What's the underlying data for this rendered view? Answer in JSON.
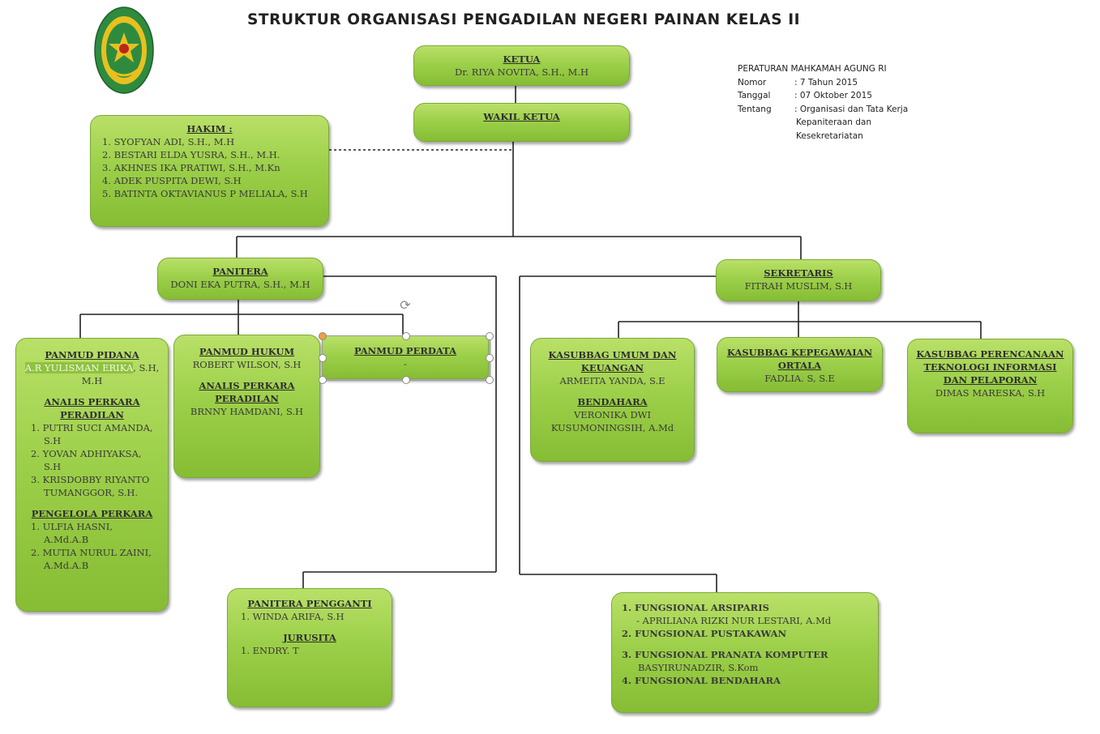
{
  "title": "STRUKTUR ORGANISASI PENGADILAN NEGERI PAINAN KELAS II",
  "regulation": {
    "heading": "PERATURAN MAHKAMAH AGUNG RI",
    "nomor_label": "Nomor",
    "nomor_value": ": 7 Tahun 2015",
    "tanggal_label": "Tanggal",
    "tanggal_value": ": 07 Oktober 2015",
    "tentang_label": "Tentang",
    "tentang_value": ": Organisasi dan Tata Kerja",
    "tentang_line2": "Kepaniteraan dan",
    "tentang_line3": "Kesekretariatan"
  },
  "ketua": {
    "heading": "KETUA",
    "name": "Dr. RIYA NOVITA, S.H., M.H"
  },
  "wakil": {
    "heading": "WAKIL KETUA"
  },
  "hakim": {
    "heading": "HAKIM :",
    "members": [
      "1. SYOFYAN ADI, S.H., M.H",
      "2. BESTARI ELDA YUSRA, S.H., M.H.",
      "3. AKHNES IKA PRATIWI, S.H., M.Kn",
      "4. ADEK PUSPITA DEWI, S.H",
      "5. BATINTA OKTAVIANUS P MELIALA, S.H"
    ]
  },
  "panitera": {
    "heading": "PANITERA",
    "name": "DONI EKA PUTRA, S.H., M.H"
  },
  "sekretaris": {
    "heading": "SEKRETARIS",
    "name": "FITRAH MUSLIM, S.H"
  },
  "panmud_pidana": {
    "heading": "PANMUD PIDANA",
    "name_highlight": "A.R YULISMAN ERIKA",
    "name_rest": ", S.H,",
    "name_line2": "M.H",
    "analis_heading_1": "ANALIS PERKARA",
    "analis_heading_2": "PERADILAN",
    "analis": [
      {
        "l1": "1. PUTRI SUCI AMANDA,",
        "l2": "S.H"
      },
      {
        "l1": "2. YOVAN ADHIYAKSA,",
        "l2": "S.H"
      },
      {
        "l1": "3. KRISDOBBY RIYANTO",
        "l2": "TUMANGGOR, S.H."
      }
    ],
    "pengelola_heading": "PENGELOLA PERKARA",
    "pengelola": [
      {
        "l1": "1. ULFIA HASNI,",
        "l2": "A.Md.A.B"
      },
      {
        "l1": "2. MUTIA NURUL ZAINI,",
        "l2": "A.Md.A.B"
      }
    ]
  },
  "panmud_hukum": {
    "heading": "PANMUD HUKUM",
    "name": "ROBERT WILSON, S.H",
    "analis_heading_1": "ANALIS PERKARA",
    "analis_heading_2": "PERADILAN",
    "analis_name": "BRNNY HAMDANI, S.H"
  },
  "panmud_perdata": {
    "heading": "PANMUD PERDATA",
    "name": "-"
  },
  "kasubbag_umum": {
    "heading_1": "KASUBBAG UMUM DAN",
    "heading_2": "KEUANGAN",
    "name": "ARMEITA YANDA, S.E",
    "bendahara_heading": "BENDAHARA",
    "bendahara_l1": "VERONIKA DWI",
    "bendahara_l2": "KUSUMONINGSIH, A.Md"
  },
  "kasubbag_kepegawaian": {
    "heading_1": "KASUBBAG KEPEGAWAIAN",
    "heading_2": "ORTALA",
    "name": "FADLIA. S, S.E"
  },
  "kasubbag_perencanaan": {
    "heading_1": "KASUBBAG PERENCANAAN",
    "heading_2": "TEKNOLOGI INFORMASI",
    "heading_3": "DAN PELAPORAN",
    "name": "DIMAS MARESKA, S.H"
  },
  "panitera_pengganti": {
    "heading": "PANITERA PENGGANTI",
    "member": "1. WINDA ARIFA, S.H",
    "jurusita_heading": "JURUSITA",
    "jurusita_member": "1. ENDRY. T"
  },
  "fungsional": {
    "arsiparis": "1. FUNGSIONAL ARSIPARIS",
    "arsiparis_name": "- APRILIANA RIZKI NUR LESTARI, A.Md",
    "pustakawan": "2. FUNGSIONAL PUSTAKAWAN",
    "pranata": "3. FUNGSIONAL PRANATA KOMPUTER",
    "pranata_name": "BASYIRUNADZIR, S.Kom",
    "bendahara": "4. FUNGSIONAL BENDAHARA"
  },
  "colors": {
    "box_fill": "#9dd04a",
    "box_border": "#7aa93a",
    "line": "#222222",
    "logo_green": "#2e8b3e",
    "logo_gold": "#e8c020"
  }
}
